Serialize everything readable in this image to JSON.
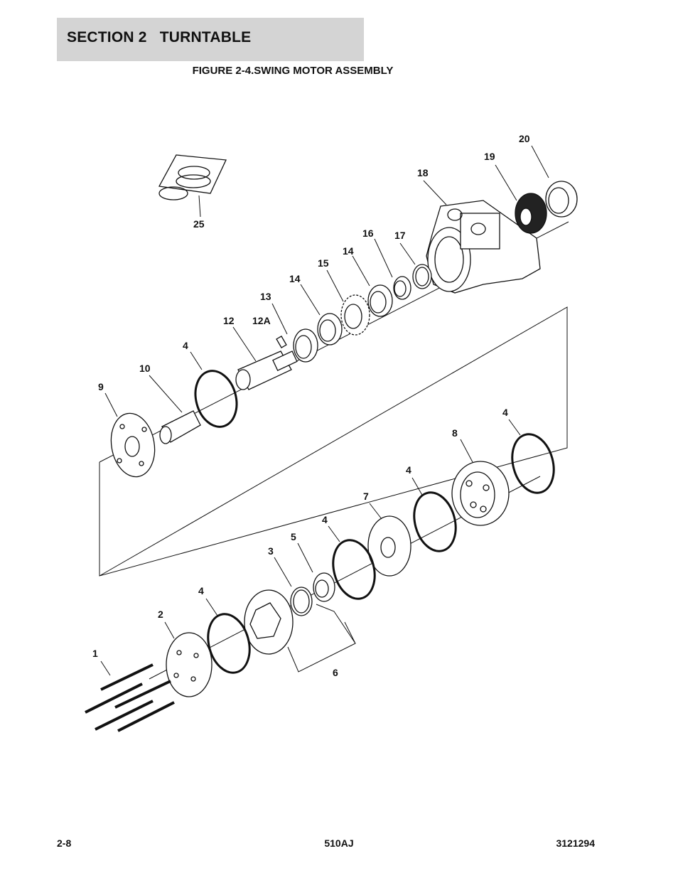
{
  "header": {
    "section_title": "SECTION 2   TURNTABLE"
  },
  "figure": {
    "title": "FIGURE 2-4.SWING MOTOR ASSEMBLY",
    "callouts": [
      "20",
      "19",
      "18",
      "25",
      "16",
      "17",
      "14",
      "15",
      "14",
      "13",
      "12",
      "12A",
      "4",
      "10",
      "9",
      "4",
      "8",
      "4",
      "7",
      "4",
      "5",
      "3",
      "4",
      "2",
      "6",
      "1"
    ]
  },
  "footer": {
    "page": "2-8",
    "model": "510AJ",
    "doc_number": "3121294"
  }
}
